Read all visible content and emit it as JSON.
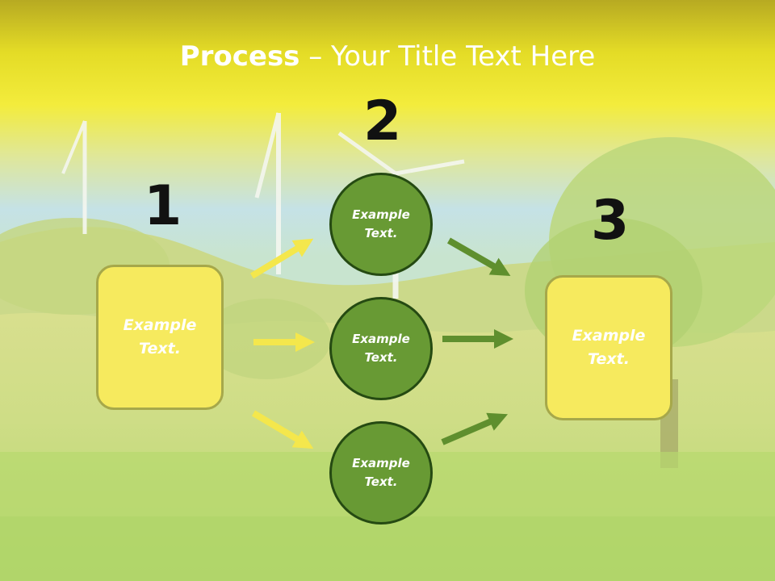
{
  "title": {
    "bold": "Process",
    "rest": " – Your Title Text Here"
  },
  "steps": [
    {
      "number": "1",
      "text": "Example\nText."
    },
    {
      "number": "2",
      "text": "Example\nText."
    },
    {
      "number": "3",
      "text": "Example\nText."
    }
  ],
  "circles": [
    {
      "text": "Example\nText."
    },
    {
      "text": "Example\nText."
    },
    {
      "text": "Example\nText."
    }
  ],
  "colors": {
    "banner_yellow": "#f2e52a",
    "box_fill": "#f6ea5e",
    "circle_fill": "#689a34",
    "arrow_yellow": "#f4e74c",
    "arrow_green": "#5f8f2e"
  }
}
